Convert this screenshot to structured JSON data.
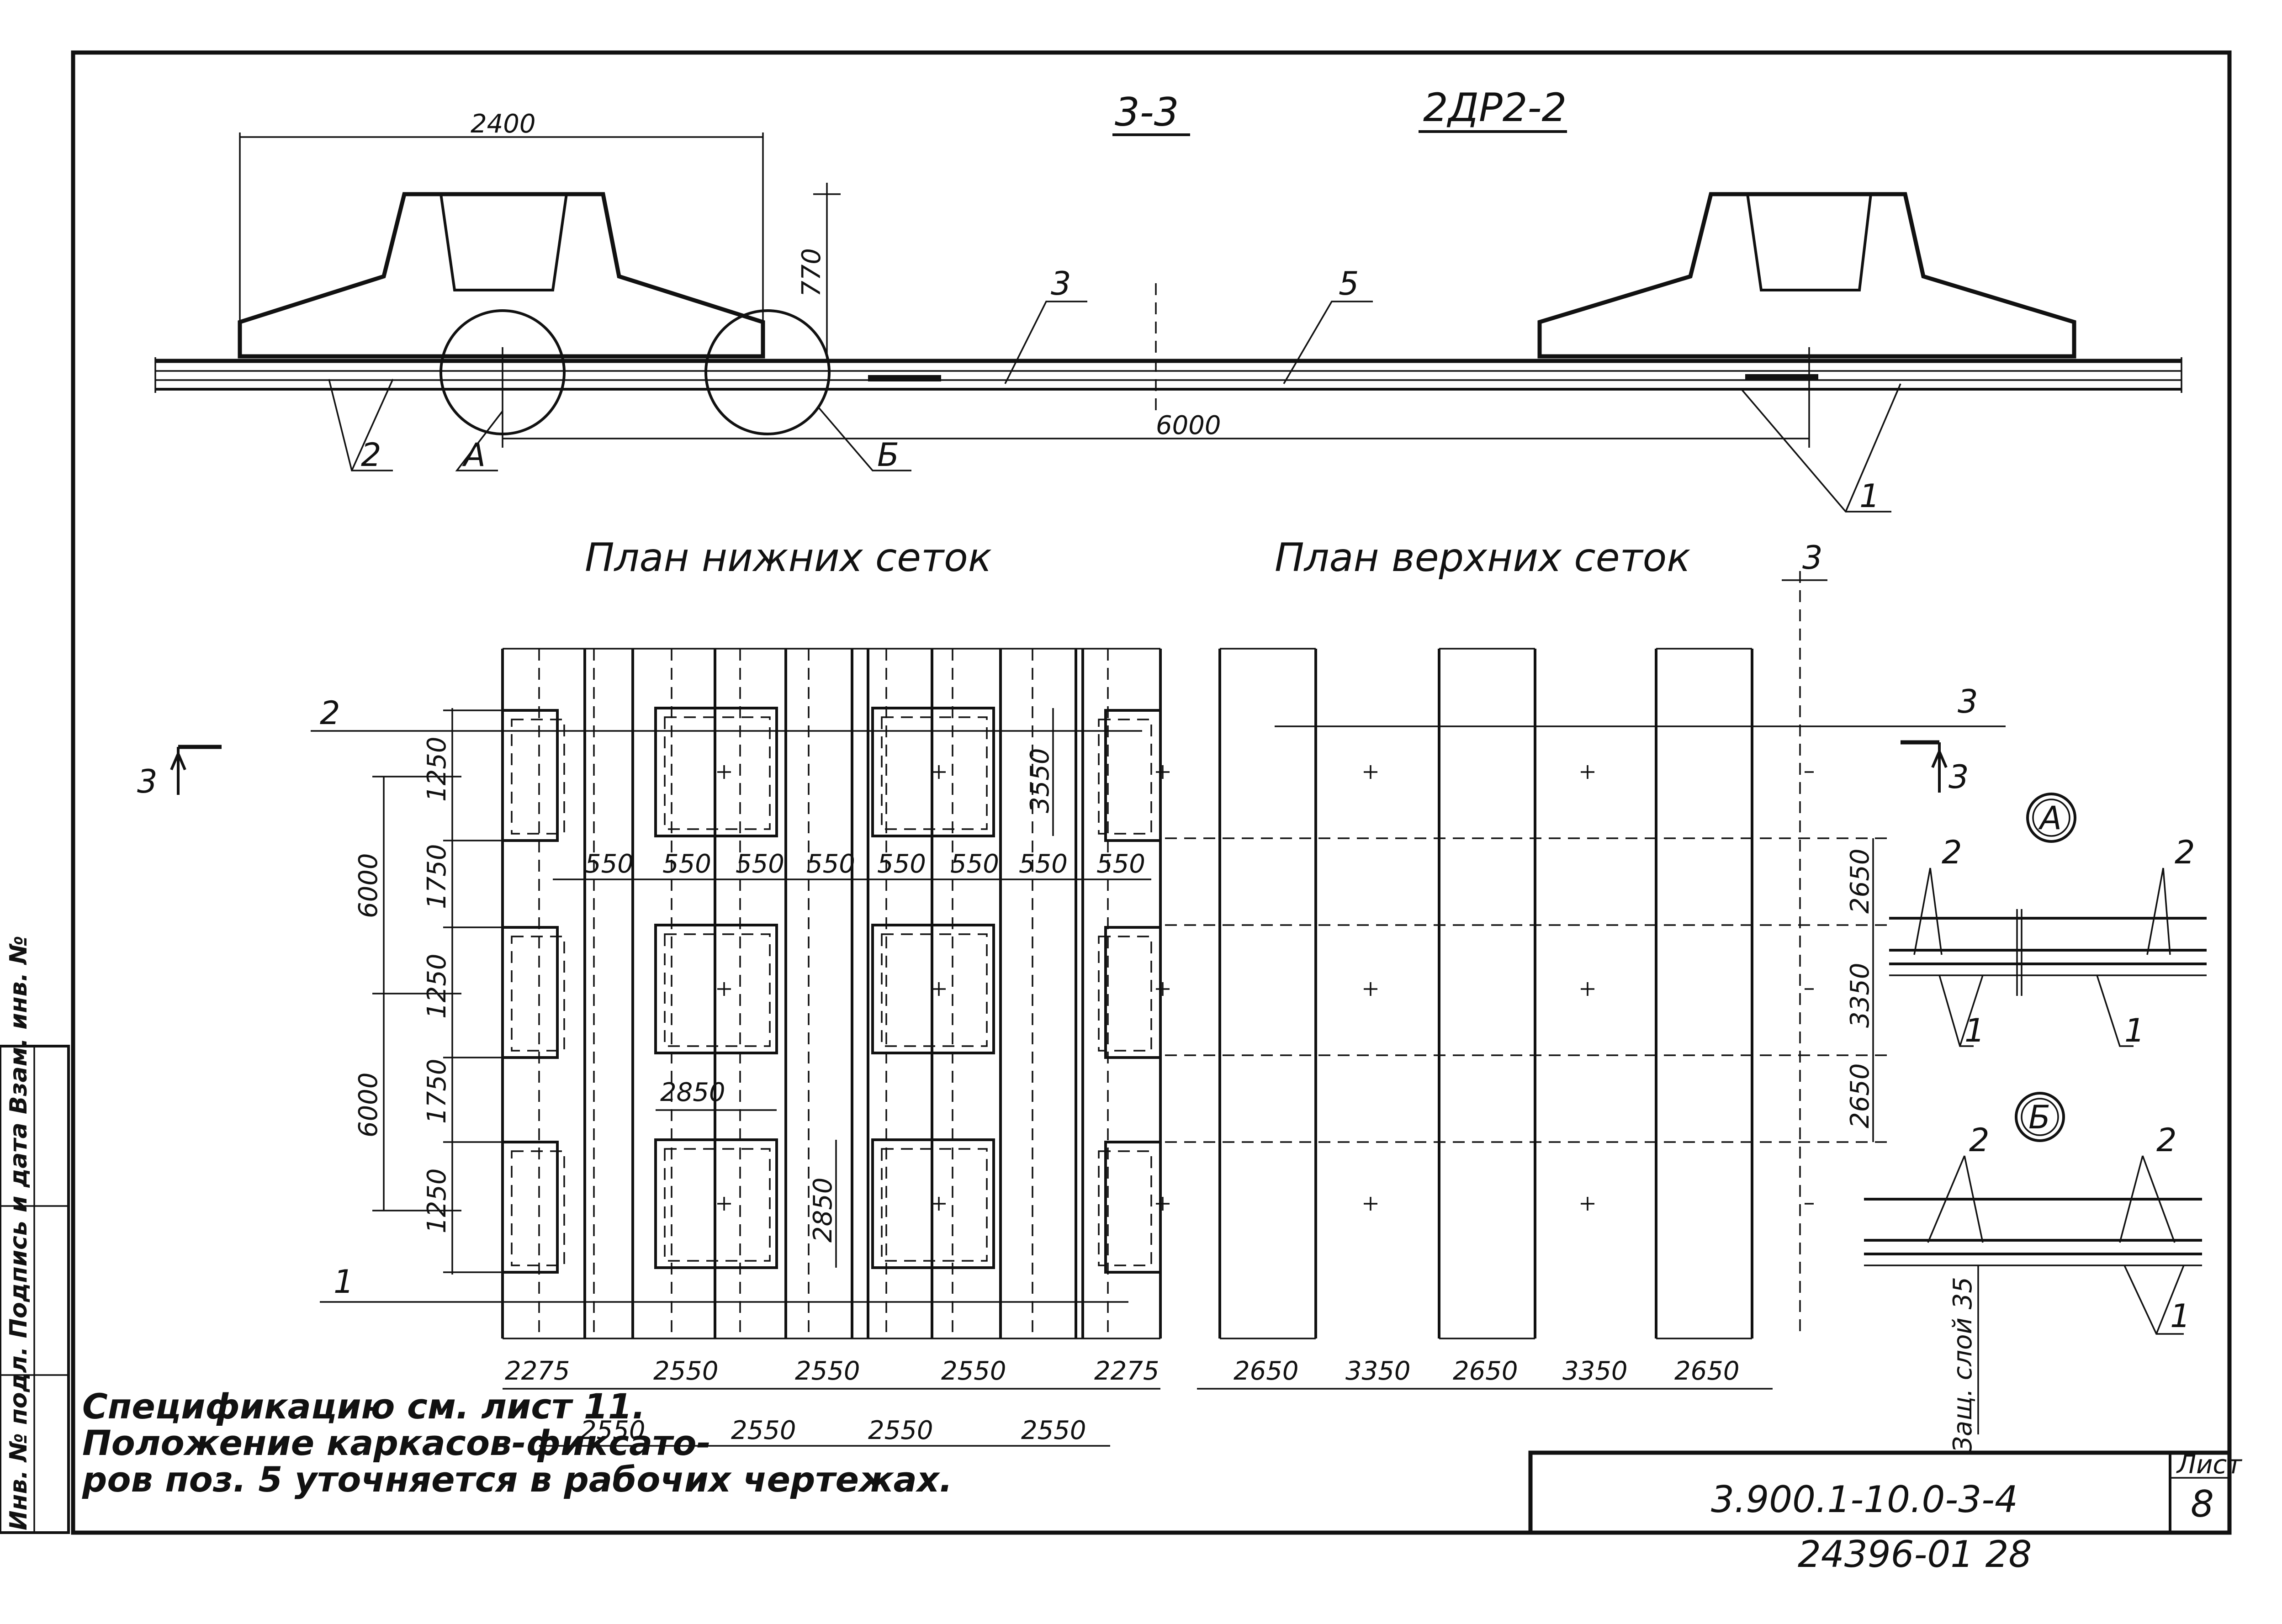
{
  "section": {
    "title": "3-3",
    "mark": "2ДР2-2"
  },
  "dims_section": {
    "width": "2400",
    "height": "770",
    "span": "6000"
  },
  "callouts": {
    "c1": "1",
    "c2": "2",
    "c3": "3",
    "c5": "5",
    "cA": "A",
    "cB": "Б",
    "cut_top": "3",
    "cut_left": "3",
    "cut_right": "3",
    "cut_mid": "3",
    "row_top": "2",
    "row_bottom": "1"
  },
  "plans": {
    "lower_title": "План нижних сеток",
    "upper_title": "План верхних сеток"
  },
  "dims_lower": {
    "v1250": "1250",
    "v1750": "1750",
    "v6000": "6000",
    "v3550": "3550",
    "v2850": "2850",
    "h550": "550",
    "h2275": "2275",
    "h2550": "2550"
  },
  "dims_upper": {
    "h2650": "2650",
    "h3350": "3350",
    "v2650": "2650",
    "v3350": "3350"
  },
  "details": {
    "a": "A",
    "b": "Б",
    "p1": "1",
    "p2": "2",
    "cover": "Защ. слой 35"
  },
  "notes": {
    "line1": "Спецификацию см. лист 11.",
    "line2": "Положение каркасов-фиксато-",
    "line3": "ров поз. 5 уточняется   в рабочих   чертежах."
  },
  "stamp": {
    "doc": "3.900.1-10.0-3-4",
    "sheet_label": "Лист",
    "sheet": "8",
    "archive": "24396-01   28"
  },
  "side_strip": {
    "text": "Инв. № подл.  Подпись и дата  Взам. инв. №"
  }
}
